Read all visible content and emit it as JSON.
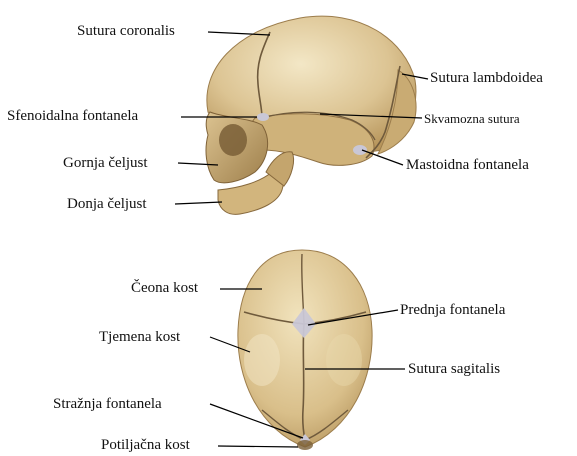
{
  "colors": {
    "bone_light": "#efe2bd",
    "bone_mid": "#d9c08c",
    "bone_dark": "#b8985c",
    "bone_shadow": "#8c6f42",
    "suture": "#6f5a3c",
    "fontanelle": "#c9c7d6",
    "leader_line": "#000000"
  },
  "lateral_view": {
    "labels": {
      "sutura_coronalis": "Sutura coronalis",
      "sutura_lambdoidea": "Sutura lambdoidea",
      "sfenoidalna_fontanela": "Sfenoidalna fontanela",
      "skvamozna_sutura": "Skvamozna sutura",
      "gornja_celjust": "Gornja čeljust",
      "mastoidna_fontanela": "Mastoidna fontanela",
      "donja_celjust": "Donja čeljust"
    }
  },
  "top_view": {
    "labels": {
      "ceona_kost": "Čeona kost",
      "prednja_fontanela": "Prednja fontanela",
      "tjemena_kost": "Tjemena kost",
      "sutura_sagitalis": "Sutura sagitalis",
      "straznja_fontanela": "Stražnja fontanela",
      "potiljacna_kost": "Potiljačna kost"
    }
  }
}
